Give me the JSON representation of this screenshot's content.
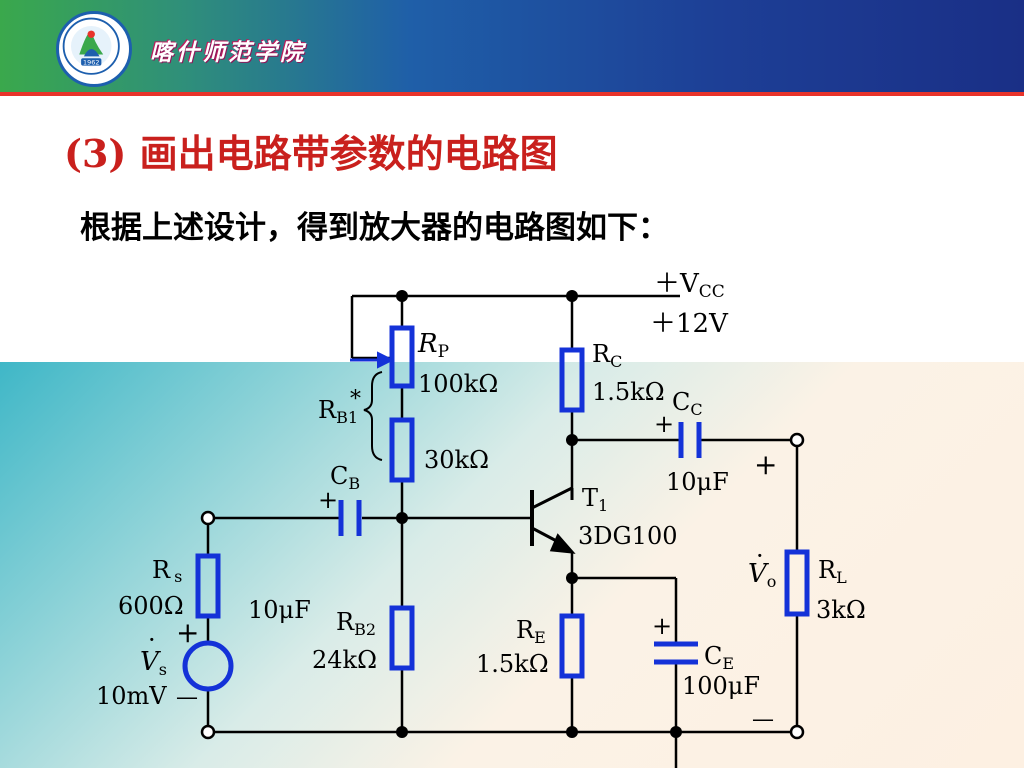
{
  "header": {
    "school_name": "喀什师范学院",
    "logo": {
      "icon": "school-emblem-icon",
      "year": "1962"
    }
  },
  "slide": {
    "title_number": "(3)",
    "title_text": "画出电路带参数的电路图",
    "intro": "根据上述设计，得到放大器的电路图如下："
  },
  "circuit": {
    "vcc": {
      "label": "＋V",
      "sub": "CC",
      "value": "＋12V"
    },
    "rp": {
      "label": "R",
      "sub": "P",
      "value": "100kΩ"
    },
    "rb1": {
      "label": "R",
      "sub": "B1",
      "star": "*",
      "value": "30kΩ"
    },
    "rc": {
      "label": "R",
      "sub": "C",
      "value": "1.5kΩ"
    },
    "cc": {
      "label": "C",
      "sub": "C",
      "plus": "+",
      "value": "10μF"
    },
    "cb": {
      "label": "C",
      "sub": "B",
      "plus": "+",
      "value": "10μF"
    },
    "t1": {
      "label": "T",
      "sub": "1",
      "model": "3DG100"
    },
    "rs": {
      "label": "R",
      "sub": "s",
      "value": "600Ω"
    },
    "vs": {
      "dot": "·",
      "label": "V",
      "sub": "s",
      "plus": "+",
      "minus": "—",
      "value": "10mV"
    },
    "rb2": {
      "label": "R",
      "sub": "B2",
      "value": "24kΩ"
    },
    "re": {
      "label": "R",
      "sub": "E",
      "value": "1.5kΩ"
    },
    "ce": {
      "label": "C",
      "sub": "E",
      "plus": "+",
      "value": "100μF"
    },
    "vo": {
      "dot": "·",
      "label": "V",
      "sub": "o",
      "plus": "+",
      "minus": "—"
    },
    "rl": {
      "label": "R",
      "sub": "L",
      "value": "3kΩ"
    }
  },
  "colors": {
    "header_green": "#3aa84c",
    "header_blue": "#1a2f86",
    "header_rule": "#e8332a",
    "title_red": "#c9201d",
    "component_blue": "#1432d8",
    "wire": "#000000"
  }
}
